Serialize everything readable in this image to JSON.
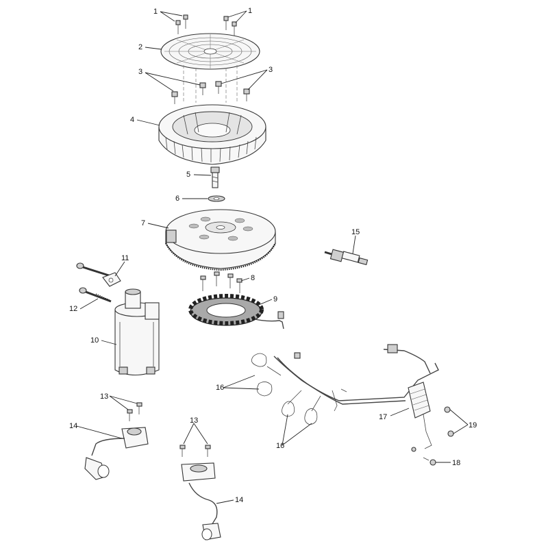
{
  "diagram": {
    "callouts": [
      {
        "key": "c1a",
        "text": "1"
      },
      {
        "key": "c1b",
        "text": "1"
      },
      {
        "key": "c2",
        "text": "2"
      },
      {
        "key": "c3a",
        "text": "3"
      },
      {
        "key": "c3b",
        "text": "3"
      },
      {
        "key": "c4",
        "text": "4"
      },
      {
        "key": "c5",
        "text": "5"
      },
      {
        "key": "c6",
        "text": "6"
      },
      {
        "key": "c7",
        "text": "7"
      },
      {
        "key": "c8",
        "text": "8"
      },
      {
        "key": "c9",
        "text": "9"
      },
      {
        "key": "c10",
        "text": "10"
      },
      {
        "key": "c11",
        "text": "11"
      },
      {
        "key": "c12",
        "text": "12"
      },
      {
        "key": "c13a",
        "text": "13"
      },
      {
        "key": "c13b",
        "text": "13"
      },
      {
        "key": "c14a",
        "text": "14"
      },
      {
        "key": "c14b",
        "text": "14"
      },
      {
        "key": "c15",
        "text": "15"
      },
      {
        "key": "c16a",
        "text": "16"
      },
      {
        "key": "c16b",
        "text": "16"
      },
      {
        "key": "c17",
        "text": "17"
      },
      {
        "key": "c18",
        "text": "18"
      },
      {
        "key": "c19",
        "text": "19"
      }
    ]
  }
}
